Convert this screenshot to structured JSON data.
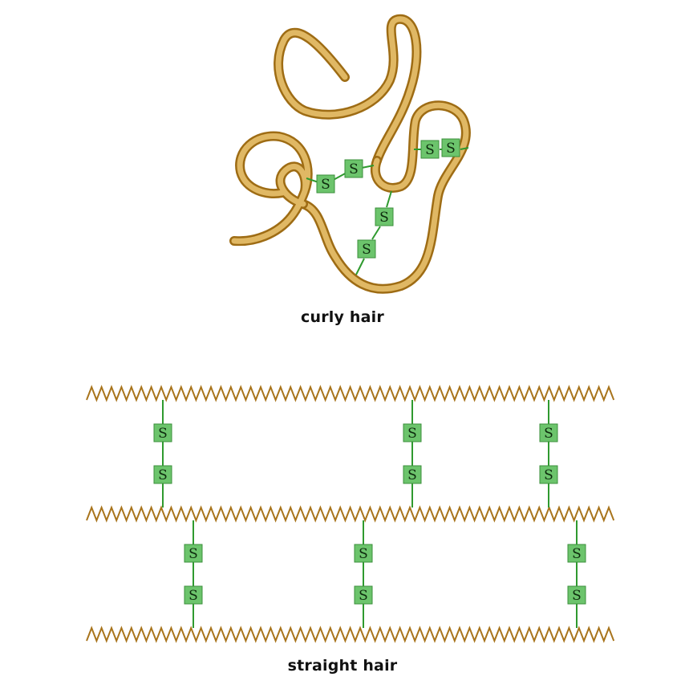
{
  "colors": {
    "ribbon": "#c8922a",
    "ribbon_light": "#e0b864",
    "chain": "#a8741c",
    "bond": "#2f9a2f",
    "box_fill": "#6cc46c",
    "box_stroke": "#3b8f3b"
  },
  "curly": {
    "caption": "curly hair",
    "sulfur_label": "S"
  },
  "straight": {
    "caption": "straight hair",
    "sulfur_label": "S"
  }
}
